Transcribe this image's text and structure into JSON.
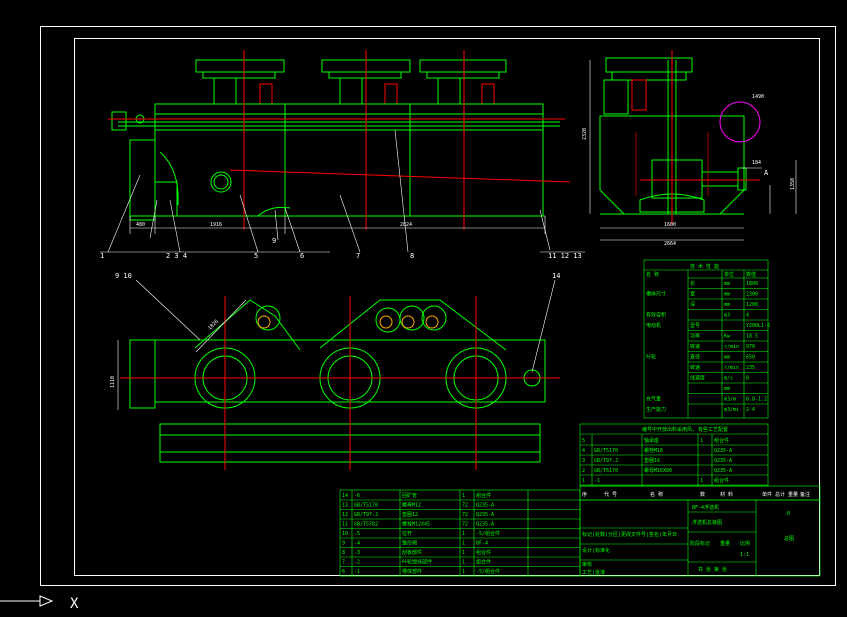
{
  "drawing": {
    "colors": {
      "background": "#000000",
      "frame": "#ffffff",
      "equipment": "#00ff00",
      "centerline": "#ff0000",
      "highlight": "#ff00ff",
      "accent": "#ffff00"
    },
    "front_view": {
      "dims": [
        "480",
        "1916",
        "2824"
      ],
      "callouts": [
        "1",
        "2  3  4",
        "5",
        "6",
        "7",
        "8",
        "9",
        "11  12  13"
      ]
    },
    "side_view": {
      "dims": [
        "2320",
        "1600",
        "2664",
        "1350",
        "184",
        "A",
        "1490"
      ]
    },
    "plan_view": {
      "dims": [
        "1110",
        "1826"
      ],
      "callouts": [
        "9  10",
        "14"
      ]
    },
    "spec_table": {
      "title": "技 术 性 能",
      "header": [
        "名 称",
        "",
        "单位",
        "数值"
      ],
      "rows": [
        [
          "",
          "长",
          "mm",
          "1800"
        ],
        [
          "槽体尺寸",
          "宽",
          "mm",
          "2300"
        ],
        [
          "",
          "深",
          "mm",
          "1200"
        ],
        [
          "有效容积",
          "",
          "m3",
          "4"
        ],
        [
          "电动机",
          "型号",
          "",
          "Y200L1-6"
        ],
        [
          "",
          "功率",
          "Kw",
          "18.5"
        ],
        [
          "",
          "转速",
          "r/min",
          "970"
        ],
        [
          "叶轮",
          "直径",
          "mm",
          "650"
        ],
        [
          "",
          "转速",
          "r/min",
          "235"
        ],
        [
          "",
          "线速度",
          "m/s",
          "8"
        ],
        [
          "",
          "",
          "mm",
          ""
        ],
        [
          "充气量",
          "",
          "m3/m",
          "0.8-1.2"
        ],
        [
          "生产能力",
          "",
          "m3/mi",
          "2-4"
        ]
      ]
    },
    "bom_small": {
      "title": "编号中开放出料采用风, 有些工艺配置",
      "rows": [
        [
          "5",
          "",
          "轴承座",
          "1",
          "组合件"
        ],
        [
          "4",
          "GB/T5170",
          "螺栓M16",
          "",
          "Q235-A"
        ],
        [
          "3",
          "GB/T97.2",
          "垫圈16",
          "",
          "Q235-A"
        ],
        [
          "2",
          "GB/T6170",
          "螺母M16X80",
          "",
          "Q235-A"
        ],
        [
          "1",
          "-1",
          "",
          "1",
          "组合件"
        ]
      ]
    },
    "bom_large": {
      "rows": [
        [
          "14",
          "-6",
          "回矿管",
          "1",
          "组合件"
        ],
        [
          "13",
          "GB/T5170",
          "螺母M12",
          "72",
          "Q235-A"
        ],
        [
          "12",
          "GB/T97.2",
          "垫圈12",
          "72",
          "Q235-A"
        ],
        [
          "11",
          "GB/T5782",
          "螺栓M12X45",
          "72",
          "Q235-A"
        ],
        [
          "10",
          "-5",
          "拉杆",
          "1",
          "-5/组合件"
        ],
        [
          "9",
          "-4",
          "锥形阀",
          "1",
          "BF-4"
        ],
        [
          "8",
          "-3",
          "刮板部件",
          "1",
          "组合件"
        ],
        [
          "7",
          "-2",
          "叶轮搅拌部件",
          "1",
          "组合件"
        ],
        [
          "6",
          "-1",
          "槽体部件",
          "1",
          "-5/组合件"
        ]
      ]
    },
    "bom_header": [
      "序",
      "代 号",
      "名 称",
      "数",
      "材 料",
      "单件 总计 重量",
      "备注"
    ],
    "title_block": {
      "model": "BF-4浮选机",
      "name": "浮选机总装图",
      "scale": "1:1",
      "sheet": "共  张  第  张",
      "code": ".0",
      "stamp": "总图",
      "rows": [
        "标记|处数|分区|更改文件号|签名|年月日",
        "设计|标准化",
        "审核",
        "工艺|批准"
      ],
      "stage_labels": [
        "阶段标记",
        "重量",
        "比例"
      ]
    },
    "cmd": {
      "axis_x": "X"
    }
  }
}
